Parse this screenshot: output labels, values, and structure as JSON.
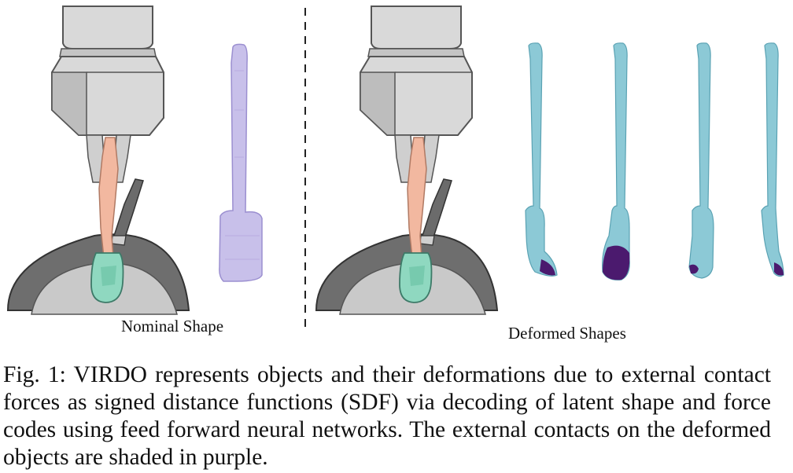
{
  "figure": {
    "label_nominal": "Nominal Shape",
    "label_deformed": "Deformed Shapes",
    "colors": {
      "gripper_gray": "#d9d9d9",
      "gripper_outline": "#555555",
      "pan_dark": "#6e6e6e",
      "pan_light": "#c9c9c9",
      "handle_skin": "#f2b8a0",
      "spatula_green": "#8fd8c0",
      "nominal_purple": "#c8c0ea",
      "deformed_teal": "#8cc9d6",
      "contact_purple": "#4b1a6e"
    }
  },
  "caption": {
    "text": "Fig. 1: VIRDO represents objects and their deformations due to external contact forces as signed distance functions (SDF) via decoding of latent shape and force codes using feed forward neural networks. The external contacts on the deformed objects are shaded in purple."
  }
}
